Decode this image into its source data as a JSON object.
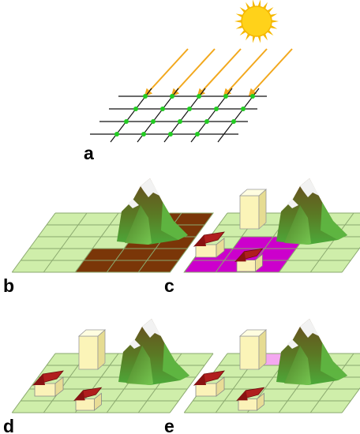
{
  "panels": [
    {
      "id": "a",
      "label": "a"
    },
    {
      "id": "b",
      "label": "b"
    },
    {
      "id": "c",
      "label": "c"
    },
    {
      "id": "d",
      "label": "d"
    },
    {
      "id": "e",
      "label": "e"
    }
  ],
  "colors": {
    "background": "#ffffff",
    "sun_fill": "#ffd21a",
    "sun_ray": "#f5b800",
    "sunbeam": "#f2a81d",
    "grid_line": "#111111",
    "grid_node": "#22cc22",
    "ground": "#cfeeaa",
    "ground_line": "#8aa86e",
    "soil": "#7a3608",
    "building_area": "#cc00cc",
    "orange_cell": "#f08a10",
    "pink_cell": "#f4a8f0",
    "tower": "#fbf4b8",
    "house_wall": "#fbf2b8",
    "house_roof": "#b01e1e",
    "mountain_green": "#3c8a2a",
    "mountain_brown": "#6a4a1e",
    "snow": "#f2f2f2"
  }
}
